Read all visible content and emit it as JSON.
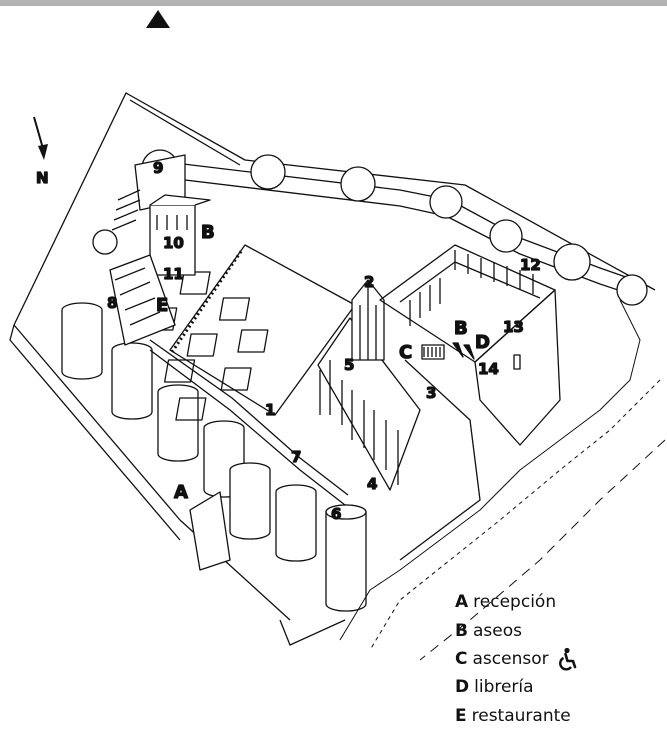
{
  "compass": {
    "north_label": "N"
  },
  "numbers": {
    "n1": "1",
    "n2": "2",
    "n3": "3",
    "n4": "4",
    "n5": "5",
    "n6": "6",
    "n7": "7",
    "n8": "8",
    "n9": "9",
    "n10": "10",
    "n11": "11",
    "n12": "12",
    "n13": "13",
    "n14": "14"
  },
  "map_letters": {
    "A": "A",
    "B_top": "B",
    "B_right": "B",
    "C": "C",
    "D": "D",
    "E": "E"
  },
  "legend": [
    {
      "key": "A",
      "label": "recepción"
    },
    {
      "key": "B",
      "label": "aseos"
    },
    {
      "key": "C",
      "label": "ascensor",
      "icon": "wheelchair-icon"
    },
    {
      "key": "D",
      "label": "librería"
    },
    {
      "key": "E",
      "label": "restaurante"
    }
  ],
  "colors": {
    "ink": "#111111",
    "top_bar": "#b3b3b3"
  }
}
